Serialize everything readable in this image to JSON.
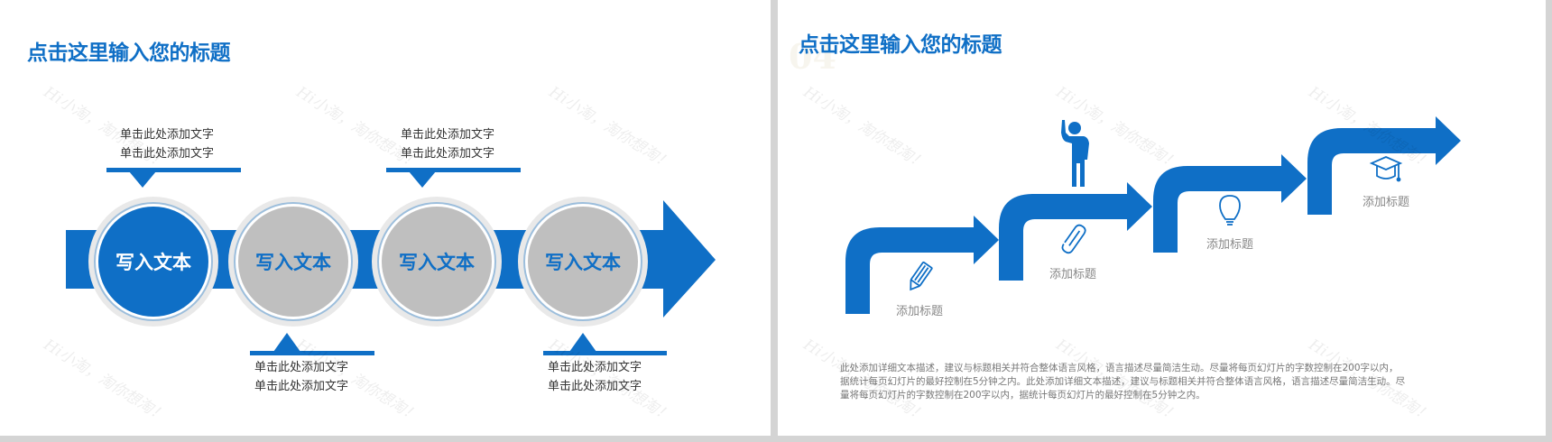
{
  "slides": [
    {
      "title": "点击这里输入您的标题",
      "circles": [
        {
          "label": "写入文本",
          "state": "active"
        },
        {
          "label": "写入文本",
          "state": "inactive"
        },
        {
          "label": "写入文本",
          "state": "inactive"
        },
        {
          "label": "写入文本",
          "state": "inactive"
        }
      ],
      "callouts": [
        {
          "lines": [
            "单击此处添加文字",
            "单击此处添加文字"
          ],
          "position": "top"
        },
        {
          "lines": [
            "单击此处添加文字",
            "单击此处添加文字"
          ],
          "position": "bottom"
        },
        {
          "lines": [
            "单击此处添加文字",
            "单击此处添加文字"
          ],
          "position": "top"
        },
        {
          "lines": [
            "单击此处添加文字",
            "单击此处添加文字"
          ],
          "position": "bottom"
        }
      ]
    },
    {
      "title": "点击这里输入您的标题",
      "bg_number": "04",
      "steps": [
        {
          "label": "添加标题",
          "icon": "pencil-icon"
        },
        {
          "label": "添加标题",
          "icon": "paperclip-icon"
        },
        {
          "label": "添加标题",
          "icon": "lightbulb-icon"
        },
        {
          "label": "添加标题",
          "icon": "graduation-cap-icon"
        }
      ],
      "figure_icon": "person-icon",
      "paragraph": [
        "此处添加详细文本描述，建议与标题相关并符合整体语言风格，语言描述尽量简洁生动。尽量将每页幻灯片的字数控制在200字以内，",
        "据统计每页幻灯片的最好控制在5分钟之内。此处添加详细文本描述，建议与标题相关并符合整体语言风格，语言描述尽量简洁生动。尽",
        "量将每页幻灯片的字数控制在200字以内，据统计每页幻灯片的最好控制在5分钟之内。"
      ]
    }
  ],
  "watermark": "Hi小淘，淘你想淘！",
  "colors": {
    "accent": "#0f6fc6",
    "circle_gray": "#bfbfbf",
    "ring": "#e9e9e9",
    "text": "#333333"
  }
}
